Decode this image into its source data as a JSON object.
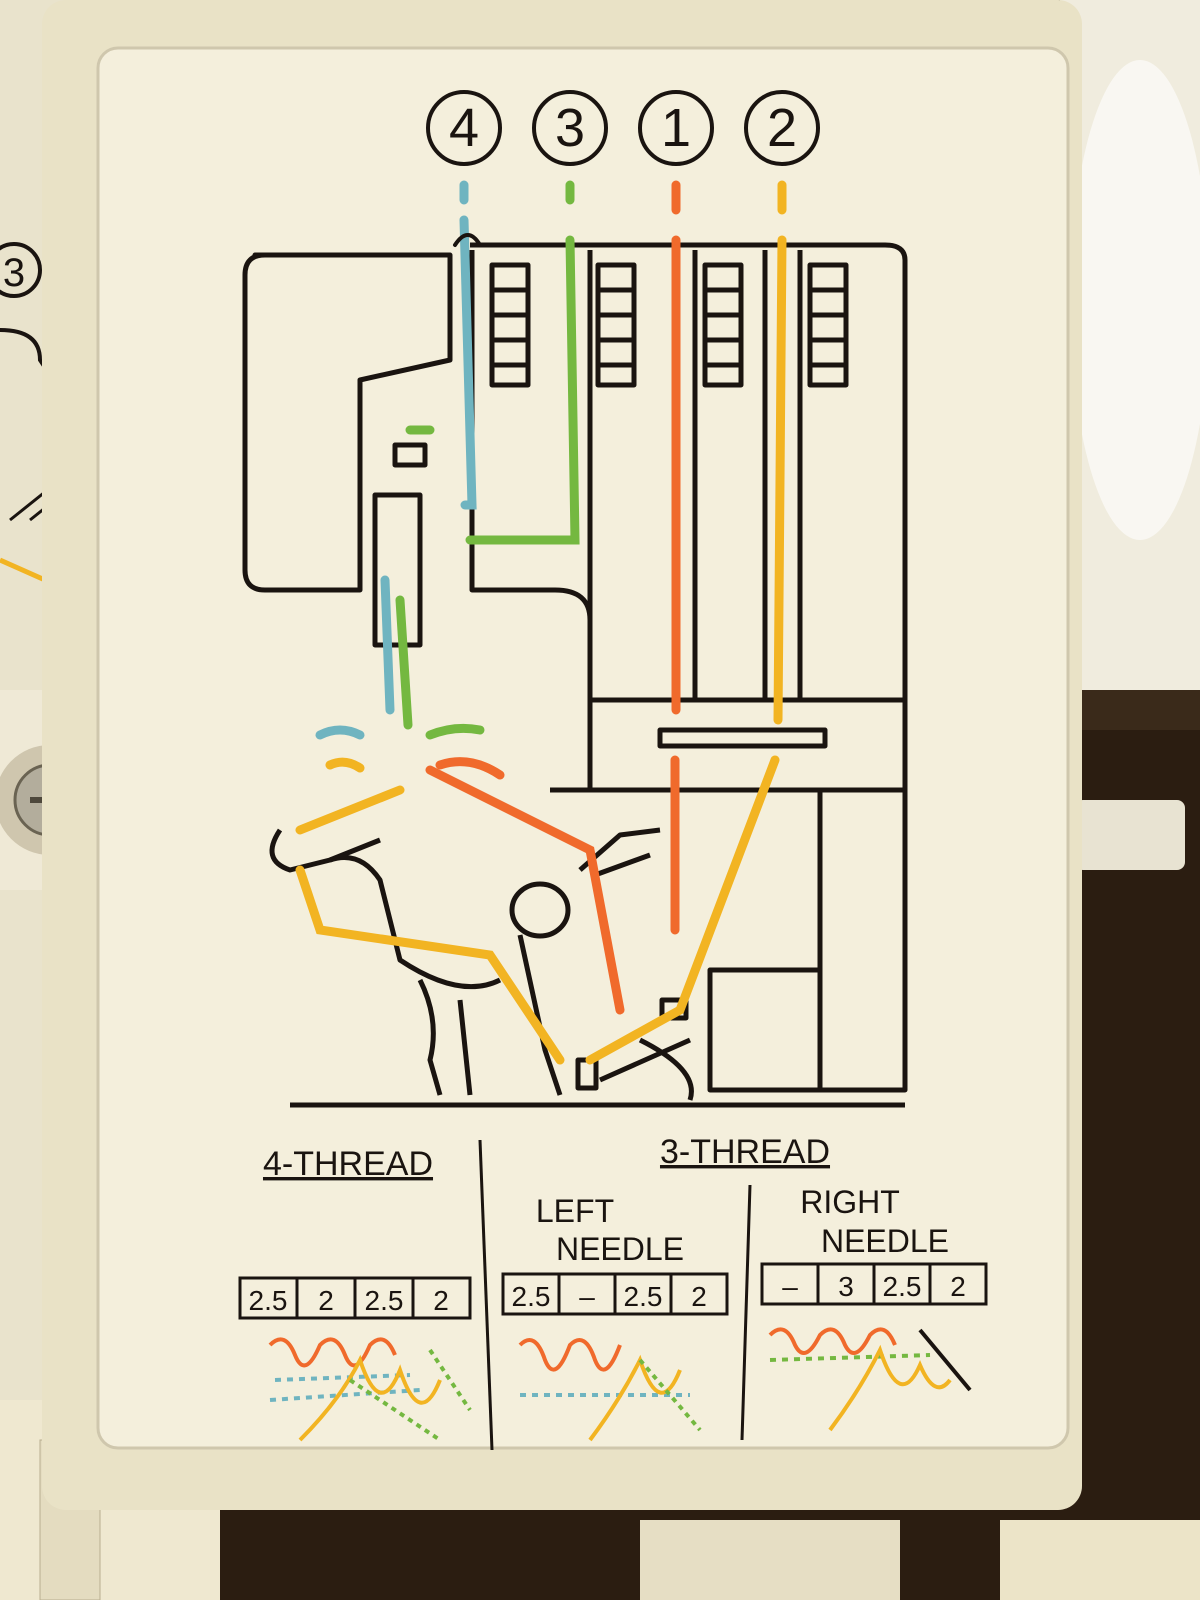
{
  "thread_numbers": [
    "4",
    "3",
    "1",
    "2"
  ],
  "side_number": "3",
  "colors": {
    "thread_blue": "#6fb4c0",
    "thread_green": "#74b840",
    "thread_orange": "#f06a2c",
    "thread_yellow": "#f2b422",
    "line": "#1a1410",
    "panel": "#f4efdc",
    "machine": "#ece4c8"
  },
  "sections": {
    "four_thread": {
      "heading": "4-THREAD",
      "settings": [
        "2.5",
        "2",
        "2.5",
        "2"
      ]
    },
    "three_thread": {
      "heading": "3-THREAD",
      "left": {
        "label_line1": "LEFT",
        "label_line2": "NEEDLE",
        "settings": [
          "2.5",
          "–",
          "2.5",
          "2"
        ]
      },
      "right": {
        "label_line1": "RIGHT",
        "label_line2": "NEEDLE",
        "settings": [
          "–",
          "3",
          "2.5",
          "2"
        ]
      }
    }
  }
}
